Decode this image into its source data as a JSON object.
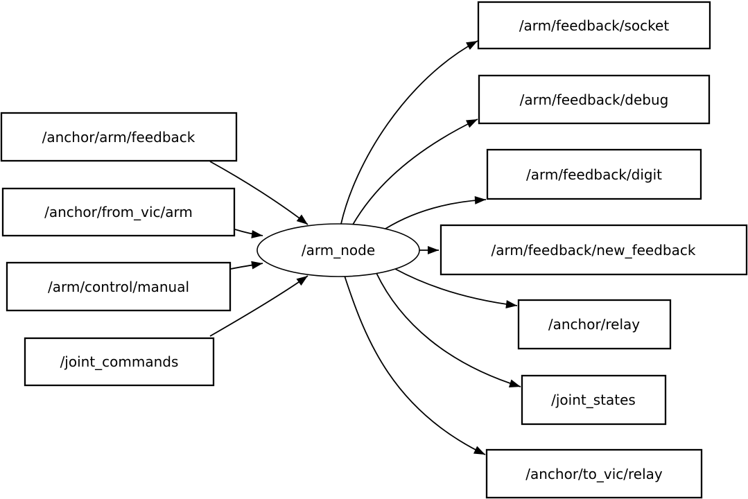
{
  "node": {
    "label": "/arm_node"
  },
  "inputs": [
    {
      "label": "/anchor/arm/feedback"
    },
    {
      "label": "/anchor/from_vic/arm"
    },
    {
      "label": "/arm/control/manual"
    },
    {
      "label": "/joint_commands"
    }
  ],
  "outputs": [
    {
      "label": "/arm/feedback/socket"
    },
    {
      "label": "/arm/feedback/debug"
    },
    {
      "label": "/arm/feedback/digit"
    },
    {
      "label": "/arm/feedback/new_feedback"
    },
    {
      "label": "/anchor/relay"
    },
    {
      "label": "/joint_states"
    },
    {
      "label": "/anchor/to_vic/relay"
    }
  ],
  "edges": [
    {
      "from": "/anchor/arm/feedback",
      "to": "/arm_node"
    },
    {
      "from": "/anchor/from_vic/arm",
      "to": "/arm_node"
    },
    {
      "from": "/arm/control/manual",
      "to": "/arm_node"
    },
    {
      "from": "/joint_commands",
      "to": "/arm_node"
    },
    {
      "from": "/arm_node",
      "to": "/arm/feedback/socket"
    },
    {
      "from": "/arm_node",
      "to": "/arm/feedback/debug"
    },
    {
      "from": "/arm_node",
      "to": "/arm/feedback/digit"
    },
    {
      "from": "/arm_node",
      "to": "/arm/feedback/new_feedback"
    },
    {
      "from": "/arm_node",
      "to": "/anchor/relay"
    },
    {
      "from": "/arm_node",
      "to": "/joint_states"
    },
    {
      "from": "/arm_node",
      "to": "/anchor/to_vic/relay"
    }
  ],
  "colors": {
    "background": "#ffffff",
    "node_fill": "#ffffff",
    "border": "#000000",
    "edge": "#000000",
    "text": "#000000"
  }
}
